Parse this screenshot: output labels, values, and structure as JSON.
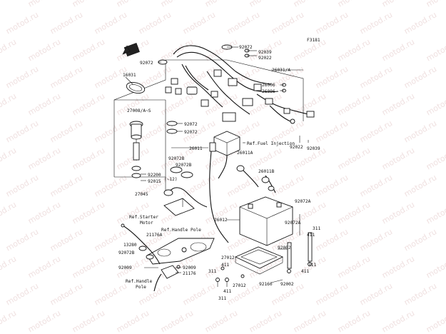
{
  "figure_code": "F3181",
  "watermark": "motod.ru",
  "labels": {
    "l92072a": "92072",
    "l92039a": "92039",
    "l92022a": "92022",
    "l92072b": "92072",
    "l16031": "16031",
    "l26031a": "26031/A",
    "l26006a": "26006",
    "l26006b": "26006",
    "l27008": "27008/A~S",
    "l92072c": "92072",
    "l92072d": "92072",
    "l26011": "26011",
    "l26011a": "26011A",
    "l92022b": "92022",
    "l92039b": "92039",
    "l92072e": "92072B",
    "l92072f": "92072B",
    "l12": "(~12)",
    "l26011b": "26011B",
    "l92200": "92200",
    "l92015": "92015",
    "l27045": "27045",
    "l92072g": "92072A",
    "l26012": "26012",
    "l92072h": "92072A",
    "l411a": "411",
    "l311a": "311",
    "l21176a": "21176A",
    "l13280": "13280",
    "l92072i": "92072B",
    "l92002a": "92002",
    "l27012a": "27012",
    "l92009a": "92009",
    "l92009b": "92009",
    "l21176b": "21176",
    "l311b": "311",
    "l411b": "411",
    "l411c": "411",
    "l27012b": "27012",
    "l92160": "92160",
    "l92002b": "92002",
    "l311c": "311",
    "l411d": "411",
    "l311d": "311"
  },
  "references": {
    "fuel_injection": "Ref.Fuel Injection",
    "starter_motor_1": "Ref.Starter",
    "starter_motor_2": "Motor",
    "handle_pole_1": "Ref.Handle Pole",
    "handle_pole_b1": "Ref.Handle",
    "handle_pole_b2": "Pole"
  },
  "icons": {
    "front_arrow": "front-arrow-icon"
  },
  "colors": {
    "line": "#111111",
    "watermark": "#e3c8c8"
  }
}
